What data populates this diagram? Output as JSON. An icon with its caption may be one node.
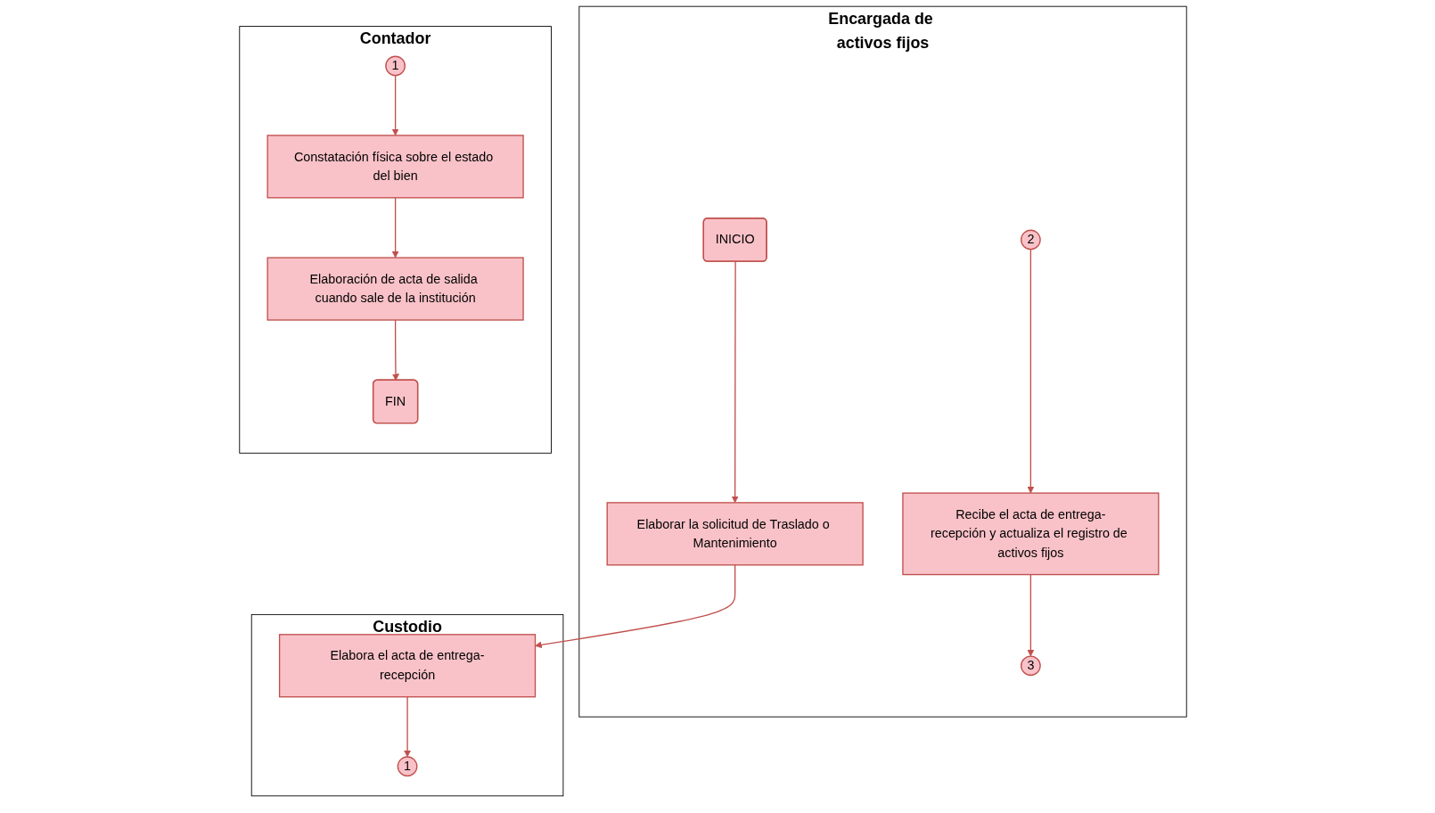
{
  "diagram": {
    "nodes": [
      {
        "text": [
          "Encargada de activos fijos"
        ]
      },
      {
        "text": [
          "Custodio"
        ]
      },
      {
        "text": [
          "Contador"
        ]
      },
      {
        "text": [
          "INICIO"
        ],
        "in": 0
      },
      {
        "text": [
          "Elaborar la solicitud de Traslado o Mantenimiento"
        ],
        "in": 0
      },
      {
        "text": [
          "2"
        ],
        "in": 0
      },
      {
        "text": [
          "Recibe el acta de entrega-recepción y actualiza el registro de activos fijos"
        ],
        "in": 0
      },
      {
        "text": [
          "3"
        ],
        "in": 0
      },
      {
        "text": [
          "Elabora el acta de entrega-recepción"
        ],
        "in": 1
      },
      {
        "text": [
          "1"
        ],
        "in": 1
      },
      {
        "text": [
          "1"
        ],
        "in": 2
      },
      {
        "text": [
          "Constatación física sobre el estado del bien"
        ],
        "in": 2
      },
      {
        "text": [
          "Elaboración de acta de salida cuando sale de la institución"
        ],
        "in": 2
      },
      {
        "text": [
          "FIN"
        ],
        "in": 2
      }
    ],
    "edges": [
      {
        "from": 3,
        "to": 4,
        "arrow": "to"
      },
      {
        "from": 4,
        "to": 8,
        "arrow": "to"
      },
      {
        "from": 5,
        "to": 6,
        "arrow": "to"
      },
      {
        "from": 6,
        "to": 7,
        "arrow": "to"
      },
      {
        "from": 8,
        "to": 9,
        "arrow": "to"
      },
      {
        "from": 10,
        "to": 11,
        "arrow": "to"
      },
      {
        "from": 11,
        "to": 12,
        "arrow": "to"
      },
      {
        "from": 12,
        "to": 13,
        "arrow": "to"
      }
    ]
  }
}
